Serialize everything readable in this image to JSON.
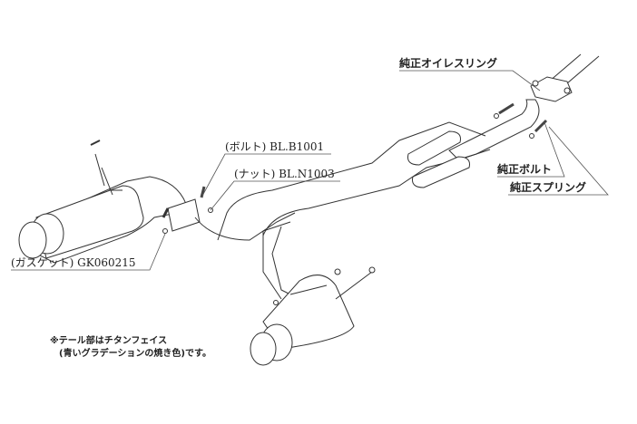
{
  "labels": {
    "oiles_ring": "純正オイレスリング",
    "oem_bolt": "純正ボルト",
    "oem_spring": "純正スプリング",
    "bolt": "(ボルト) BL.B1001",
    "nut": "(ナット) BL.N1003",
    "gasket": "(ガスケット) GK060215"
  },
  "note": {
    "line1": "※テール部はチタンフェイス",
    "line2": "(青いグラデーションの焼き色)です。"
  }
}
